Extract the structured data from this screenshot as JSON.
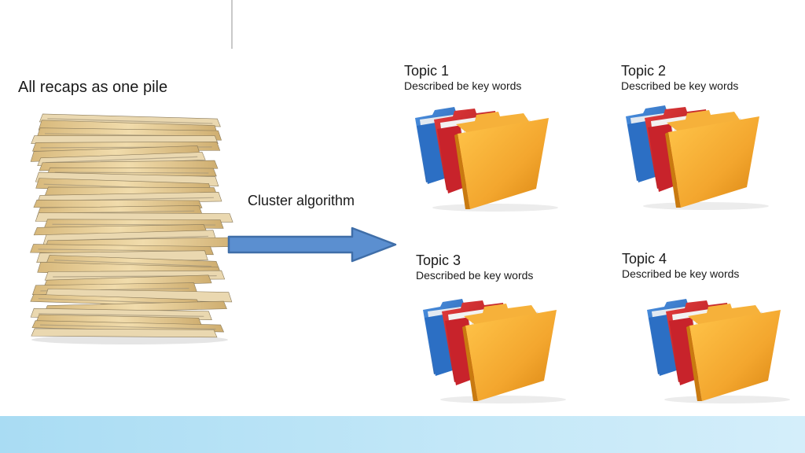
{
  "pile": {
    "title": "All recaps as one pile"
  },
  "process": {
    "label": "Cluster algorithm"
  },
  "topics": [
    {
      "title": "Topic 1",
      "description": "Described be key words"
    },
    {
      "title": "Topic 2",
      "description": "Described be key words"
    },
    {
      "title": "Topic 3",
      "description": "Described be key words"
    },
    {
      "title": "Topic 4",
      "description": "Described be key words"
    }
  ],
  "colors": {
    "arrow_fill": "#5b8fd0",
    "arrow_stroke": "#3f6ea8",
    "folder_blue": "#2c6fc4",
    "folder_red": "#c8232b",
    "folder_orange": "#f3a62e",
    "paper_tan": "#e9cf9a",
    "footer": "#bfe6f7"
  },
  "icons": [
    "paper-pile-icon",
    "folder-stack-icon",
    "right-arrow-icon"
  ]
}
